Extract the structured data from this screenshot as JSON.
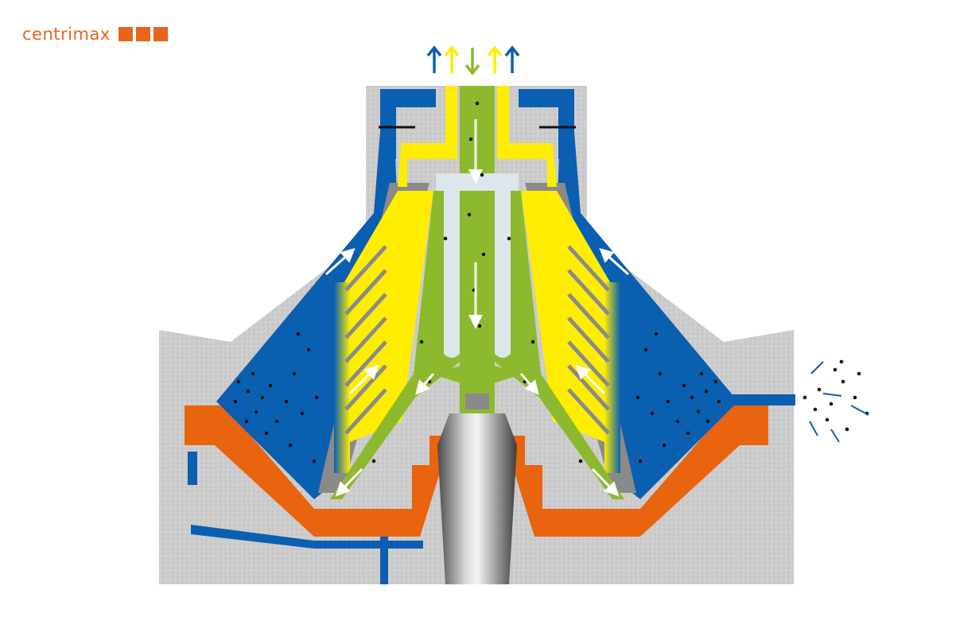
{
  "brand": {
    "name": "centrimax",
    "accent_color": "#e8641b",
    "logo_square_count": 3
  },
  "colors": {
    "housing_gray": "#c9c9c9",
    "bowl_orange": "#e8640f",
    "heavy_phase_blue": "#0a5fb0",
    "light_phase_yellow": "#ffed00",
    "feed_green": "#8db92e",
    "disc_gray": "#8a8a8a",
    "central_tube_light": "#dde6ea",
    "solids_black": "#111111",
    "flow_arrow_white": "#ffffff"
  },
  "icons": {
    "top_arrows": [
      "arrow-up-blue",
      "arrow-up-yellow",
      "arrow-down-green",
      "arrow-up-yellow",
      "arrow-up-blue"
    ],
    "flow_arrows": "white-flow-arrow",
    "solids_discharge": "particle-spray"
  }
}
